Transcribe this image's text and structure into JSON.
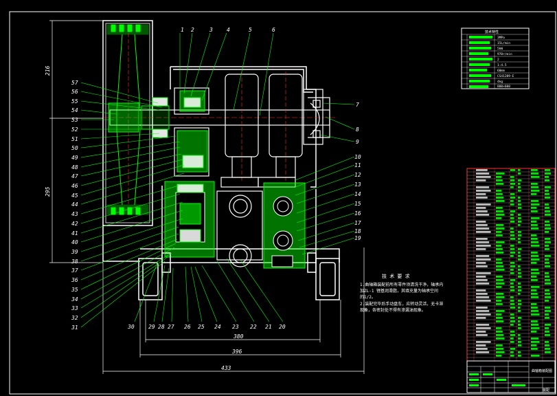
{
  "drawing": {
    "dims": {
      "d216": "216",
      "d295": "295",
      "d380": "380",
      "d396": "396",
      "d433": "433"
    },
    "balloons_top": [
      "1",
      "2",
      "3",
      "4",
      "5",
      "6"
    ],
    "balloons_right": [
      "7",
      "8",
      "9",
      "10",
      "11",
      "12",
      "13",
      "14",
      "15",
      "16",
      "17",
      "18",
      "19"
    ],
    "balloons_left": [
      "57",
      "56",
      "55",
      "54",
      "53",
      "52",
      "51",
      "50",
      "49",
      "48",
      "47",
      "46",
      "45",
      "44",
      "43",
      "42",
      "41",
      "40",
      "39",
      "38",
      "37",
      "36",
      "35",
      "34",
      "33",
      "32",
      "31"
    ],
    "balloons_bottom": [
      "30",
      "29",
      "28",
      "27",
      "26",
      "25",
      "24",
      "23",
      "22",
      "21",
      "20"
    ],
    "tech_title": "技 术 要 求",
    "tech_lines": [
      "1.曲轴箱装配前所有零件须清洗干净，轴承内",
      "  加ZL-1 锂基润滑脂，其填充量为轴承空间",
      "  的1/2。",
      "2.装配完毕后手动盘车，应转动灵活，无卡滞",
      "  现象，各密封处不得有渗漏油现象。"
    ],
    "spec_table_title": "技术特性",
    "spec_values": [
      "3MPa",
      "15L/min",
      "5kW",
      "970r/min",
      "2",
      "1:4.5",
      "60mm",
      "CS41289-E",
      "4kg",
      "800×600"
    ],
    "title_block": "曲轴箱装配图",
    "sheet_no": "装配"
  },
  "colors": {
    "outline": "#ffffff",
    "green": "#00ff00",
    "dim": "#ffffff",
    "hatch": "#00ff00",
    "table_red": "#ff3030"
  }
}
